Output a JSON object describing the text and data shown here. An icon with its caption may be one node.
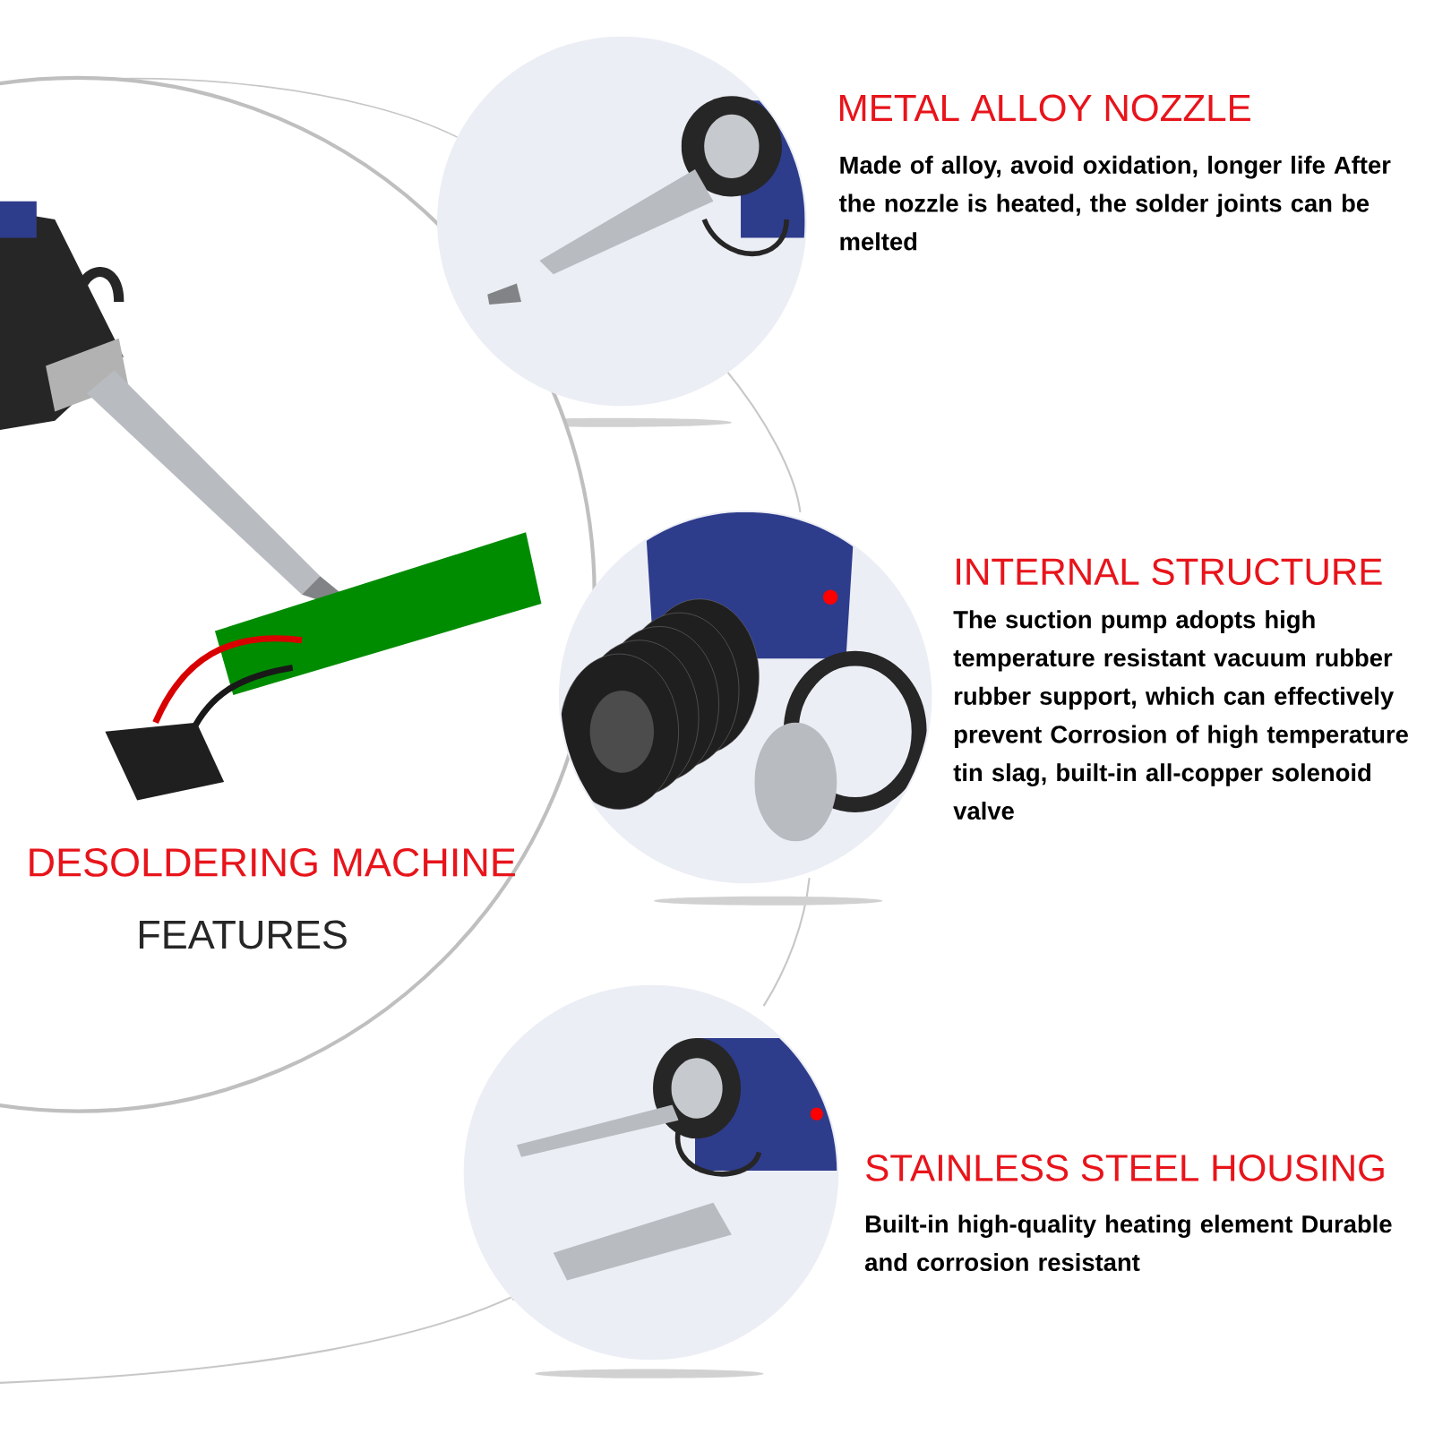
{
  "diagram": {
    "nodes": [
      {
        "text": [
          "DESOLDERING MACHINE",
          "FEATURES"
        ]
      },
      {
        "text": [
          "METAL ALLOY NOZZLE",
          "Made of alloy, avoid oxidation, longer life After the nozzle is heated, the solder joints can be melted"
        ]
      },
      {
        "text": [
          "INTERNAL STRUCTURE",
          "The suction pump adopts high temperature resistant vacuum rubber rubber support, which can effectively prevent Corrosion of high temperature tin slag, built-in all-copper solenoid valve"
        ]
      },
      {
        "text": [
          "STAINLESS STEEL HOUSING",
          "Built-in high-quality heating element Durable and corrosion resistant"
        ]
      }
    ]
  }
}
